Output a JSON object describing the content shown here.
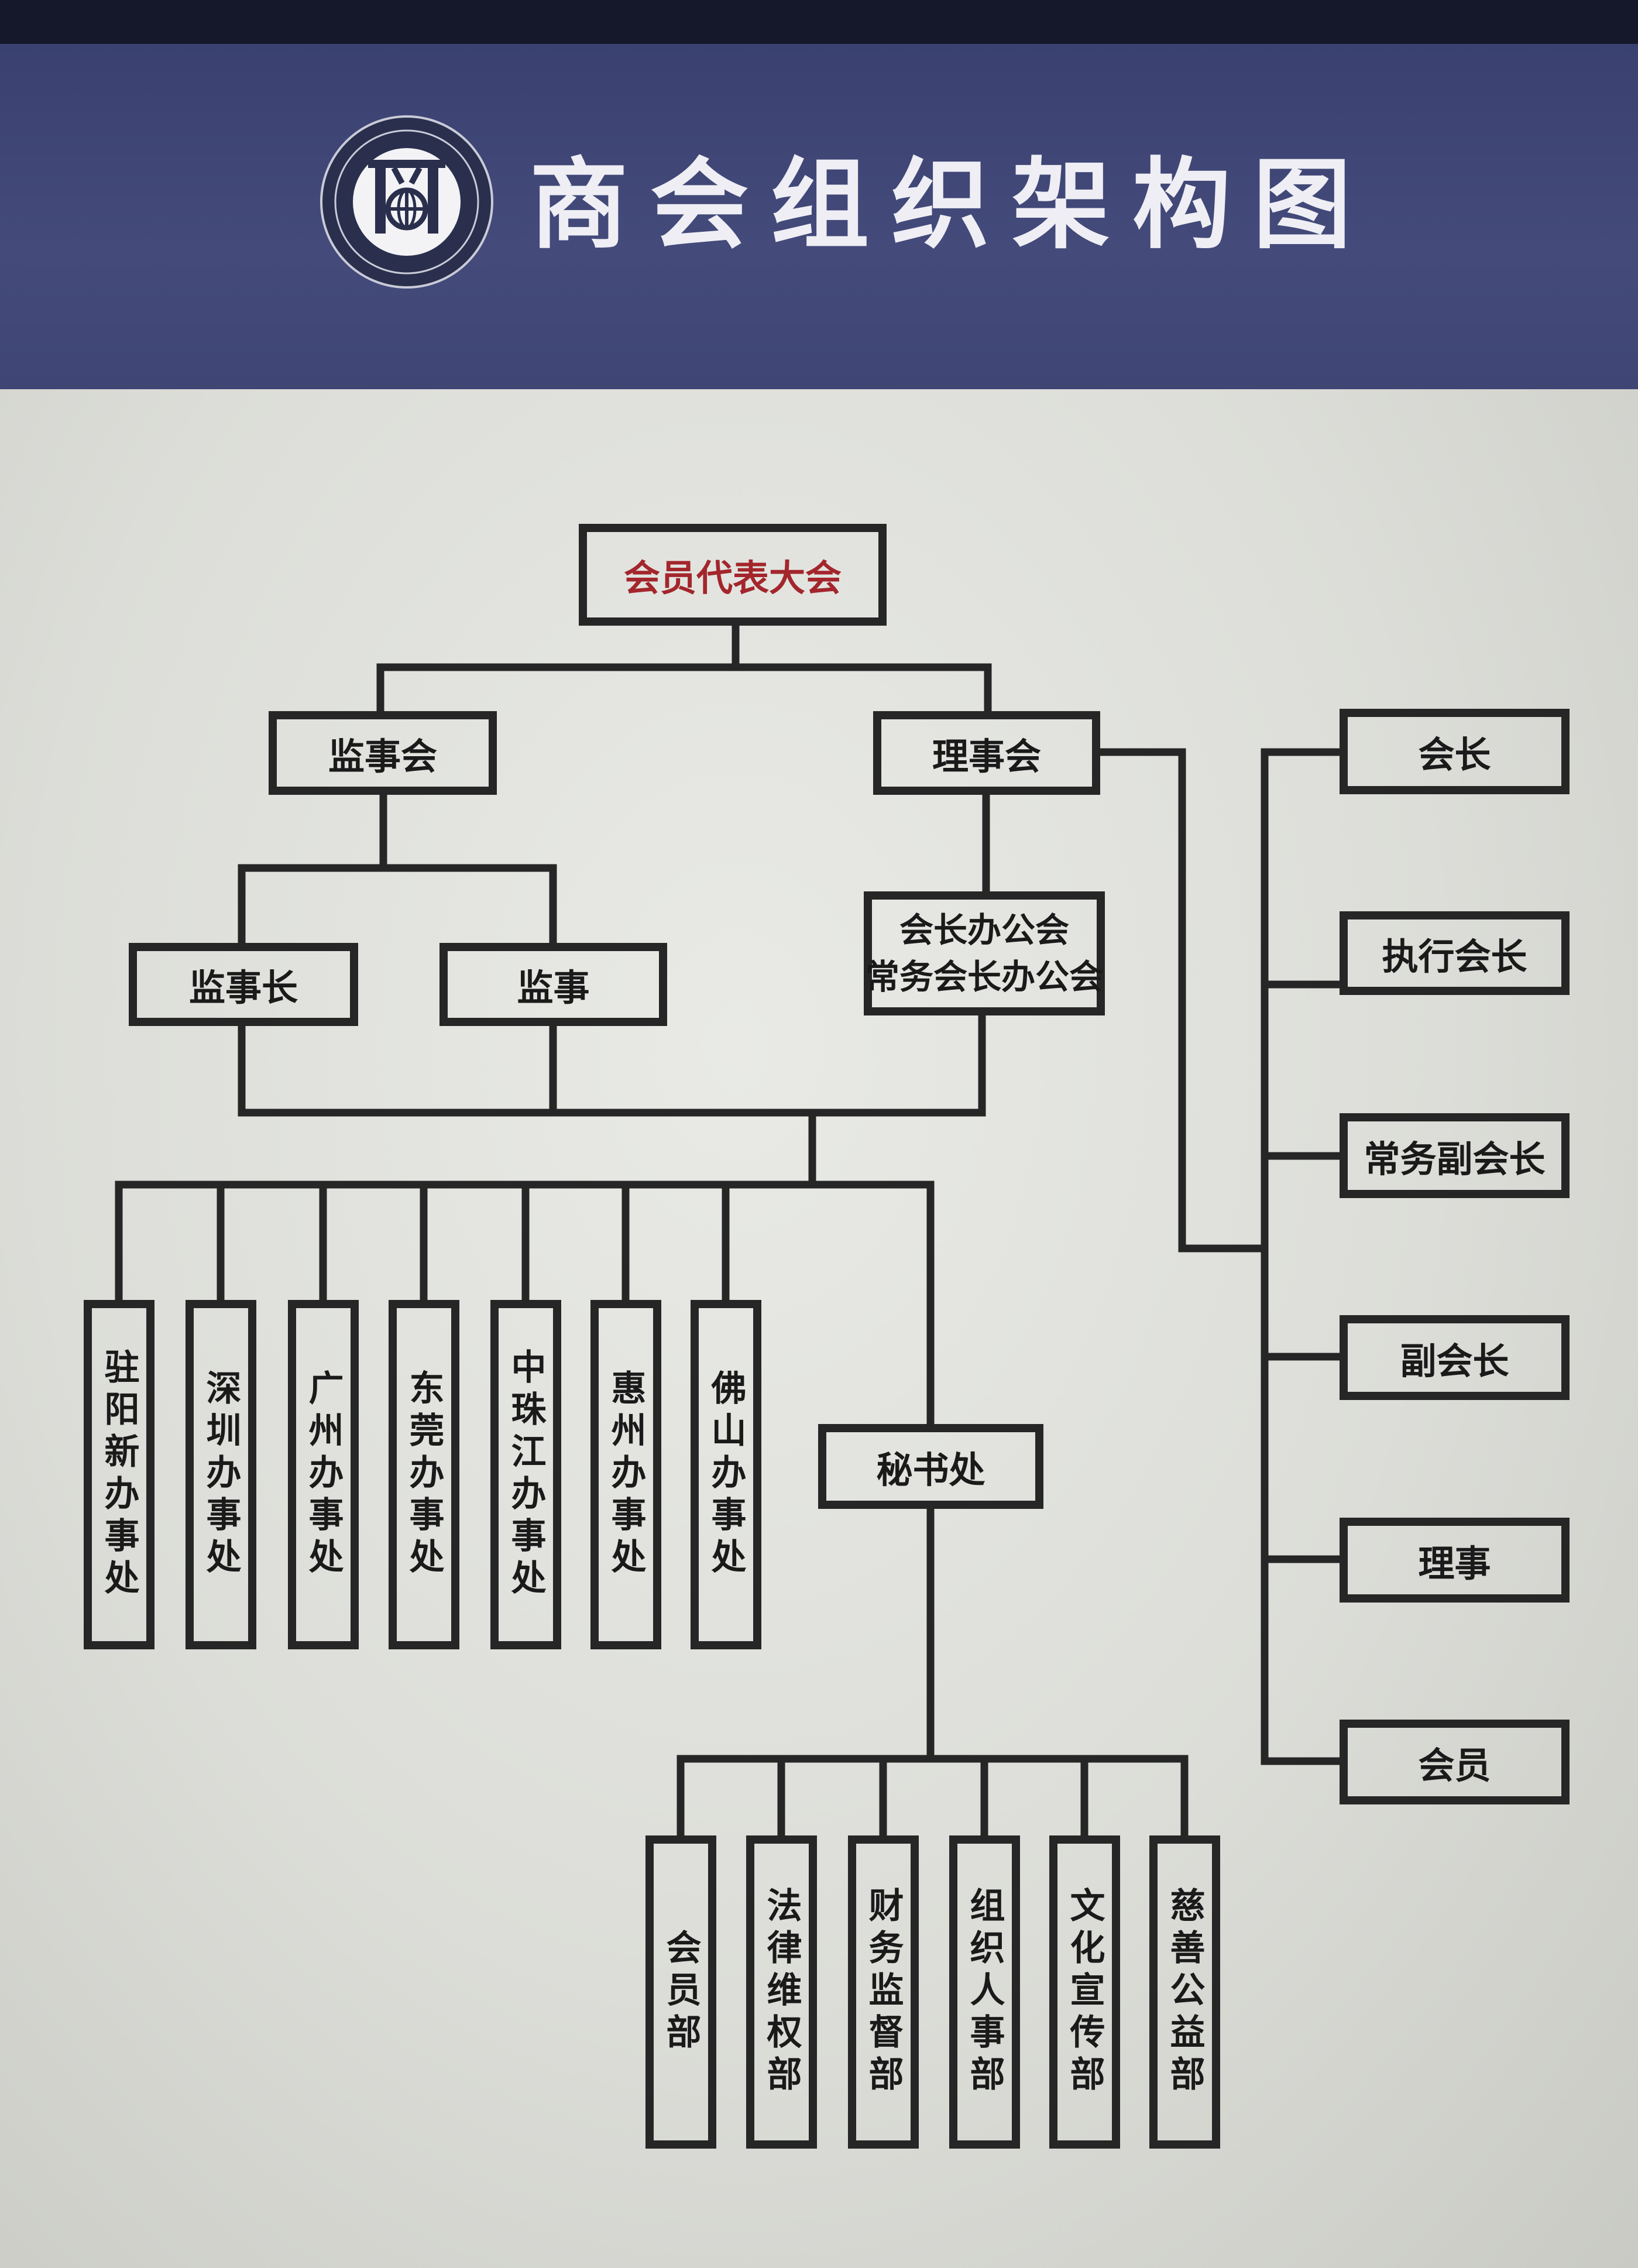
{
  "header": {
    "title": "商会组织架构图",
    "logo_icon": "chamber-seal-emblem-icon",
    "logo_glyph": "商"
  },
  "nodes": {
    "root": "会员代表大会",
    "supervisory_board": "监事会",
    "board_of_directors": "理事会",
    "chief_supervisor": "监事长",
    "supervisor": "监事",
    "president_office_line1": "会长办公会",
    "president_office_line2": "常务会长办公会",
    "secretariat": "秘书处"
  },
  "offices": [
    "驻阳新办事处",
    "深圳办事处",
    "广州办事处",
    "东莞办事处",
    "中珠江办事处",
    "惠州办事处",
    "佛山办事处"
  ],
  "departments": [
    "会员部",
    "法律维权部",
    "财务监督部",
    "组织人事部",
    "文化宣传部",
    "慈善公益部"
  ],
  "council_roles": [
    "会长",
    "执行会长",
    "常务副会长",
    "副会长",
    "理事",
    "会员"
  ],
  "colors": {
    "header": "#3f4674",
    "panel": "#dcddd8",
    "line": "#262626",
    "root_text": "#a3262c"
  }
}
